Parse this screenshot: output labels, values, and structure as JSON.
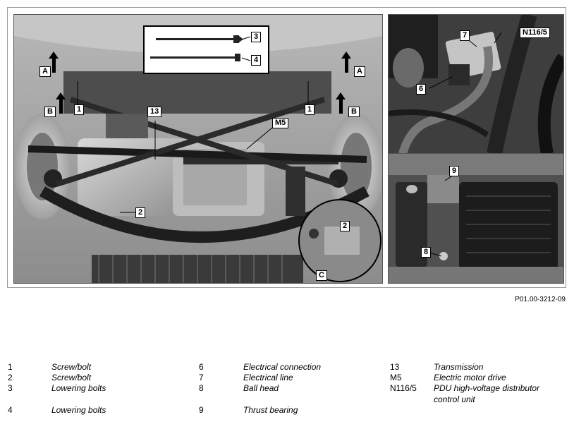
{
  "figure": {
    "code": "P01.00-3212-09",
    "main_labels": {
      "A_left": "A",
      "A_right": "A",
      "B_left": "B",
      "B_right": "B",
      "one_left": "1",
      "one_right": "1",
      "thirteen": "13",
      "m5": "M5",
      "two_lower": "2",
      "two_inset": "2",
      "C": "C",
      "three": "3",
      "four": "4"
    },
    "top_right_labels": {
      "seven": "7",
      "n1165": "N116/5",
      "six": "6"
    },
    "bottom_right_labels": {
      "nine": "9",
      "eight": "8"
    }
  },
  "legend": {
    "col1": [
      {
        "num": "1",
        "text": "Screw/bolt"
      },
      {
        "num": "2",
        "text": "Screw/bolt"
      },
      {
        "num": "3",
        "text": "Lowering bolts"
      },
      {
        "num": "4",
        "text": "Lowering bolts"
      }
    ],
    "col2": [
      {
        "num": "6",
        "text": "Electrical connection"
      },
      {
        "num": "7",
        "text": "Electrical line"
      },
      {
        "num": "8",
        "text": "Ball head"
      },
      {
        "num": "9",
        "text": "Thrust bearing"
      }
    ],
    "col3": [
      {
        "num": "13",
        "text": "Transmission"
      },
      {
        "num": "M5",
        "text": "Electric motor drive"
      },
      {
        "num": "N116/5",
        "text": "PDU high-voltage distributor"
      },
      {
        "num": "",
        "text": "control unit"
      }
    ]
  }
}
